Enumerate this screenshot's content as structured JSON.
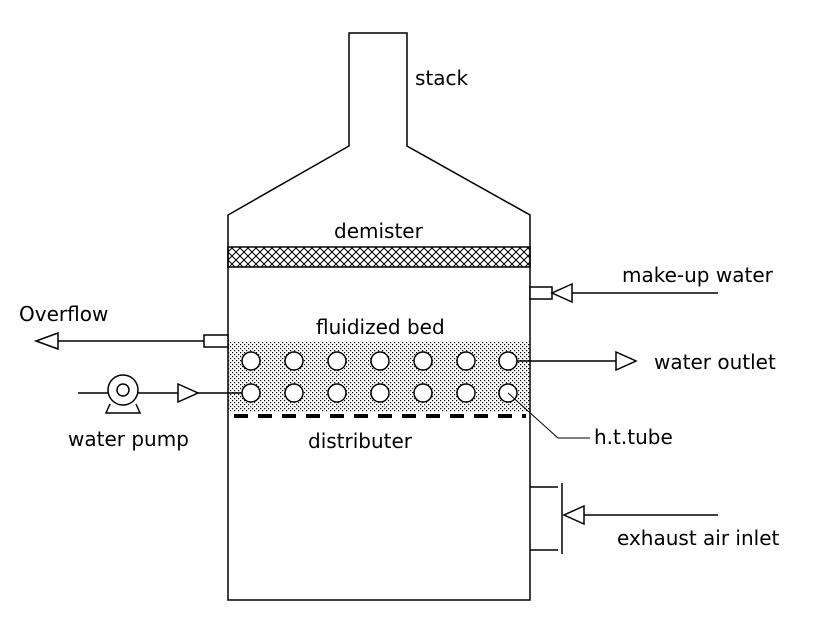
{
  "labels": {
    "stack": "stack",
    "demister": "demister",
    "make_up_water": "make-up water",
    "overflow": "Overflow",
    "fluidized_bed": "fluidized bed",
    "water_outlet": "water outlet",
    "water_pump": "water pump",
    "distributer": "distributer",
    "ht_tube": "h.t.tube",
    "exhaust_air_inlet": "exhaust air inlet"
  },
  "colors": {
    "line": "#000000",
    "background": "#ffffff"
  }
}
